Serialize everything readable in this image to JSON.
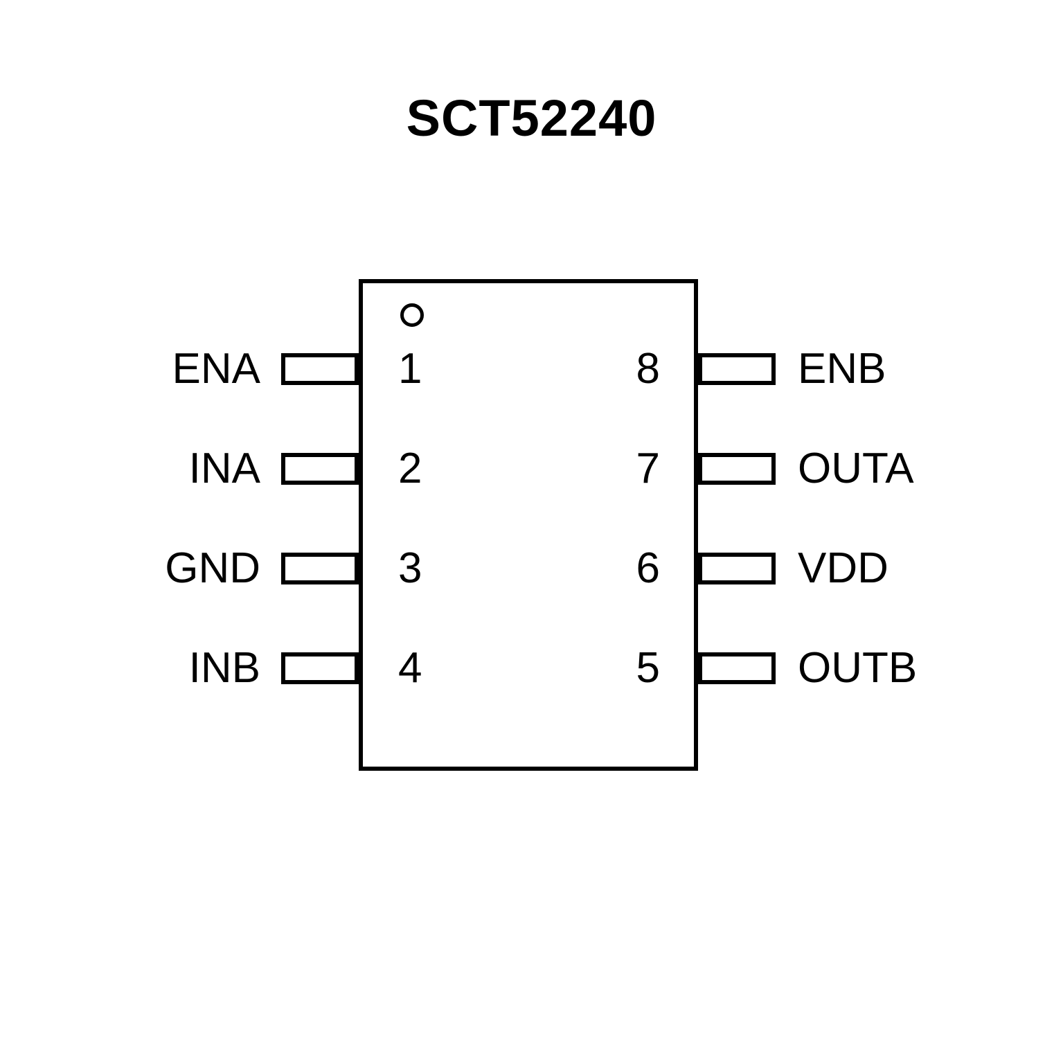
{
  "title": "SCT52240",
  "chip": {
    "package_style": "8-pin dual-in-line outline",
    "pin1_indicator": "circle-top-left"
  },
  "pins": {
    "left": [
      {
        "number": "1",
        "label": "ENA"
      },
      {
        "number": "2",
        "label": "INA"
      },
      {
        "number": "3",
        "label": "GND"
      },
      {
        "number": "4",
        "label": "INB"
      }
    ],
    "right": [
      {
        "number": "8",
        "label": "ENB"
      },
      {
        "number": "7",
        "label": "OUTA"
      },
      {
        "number": "6",
        "label": "VDD"
      },
      {
        "number": "5",
        "label": "OUTB"
      }
    ]
  },
  "colors": {
    "line": "#000000",
    "background": "#ffffff",
    "text": "#000000"
  }
}
